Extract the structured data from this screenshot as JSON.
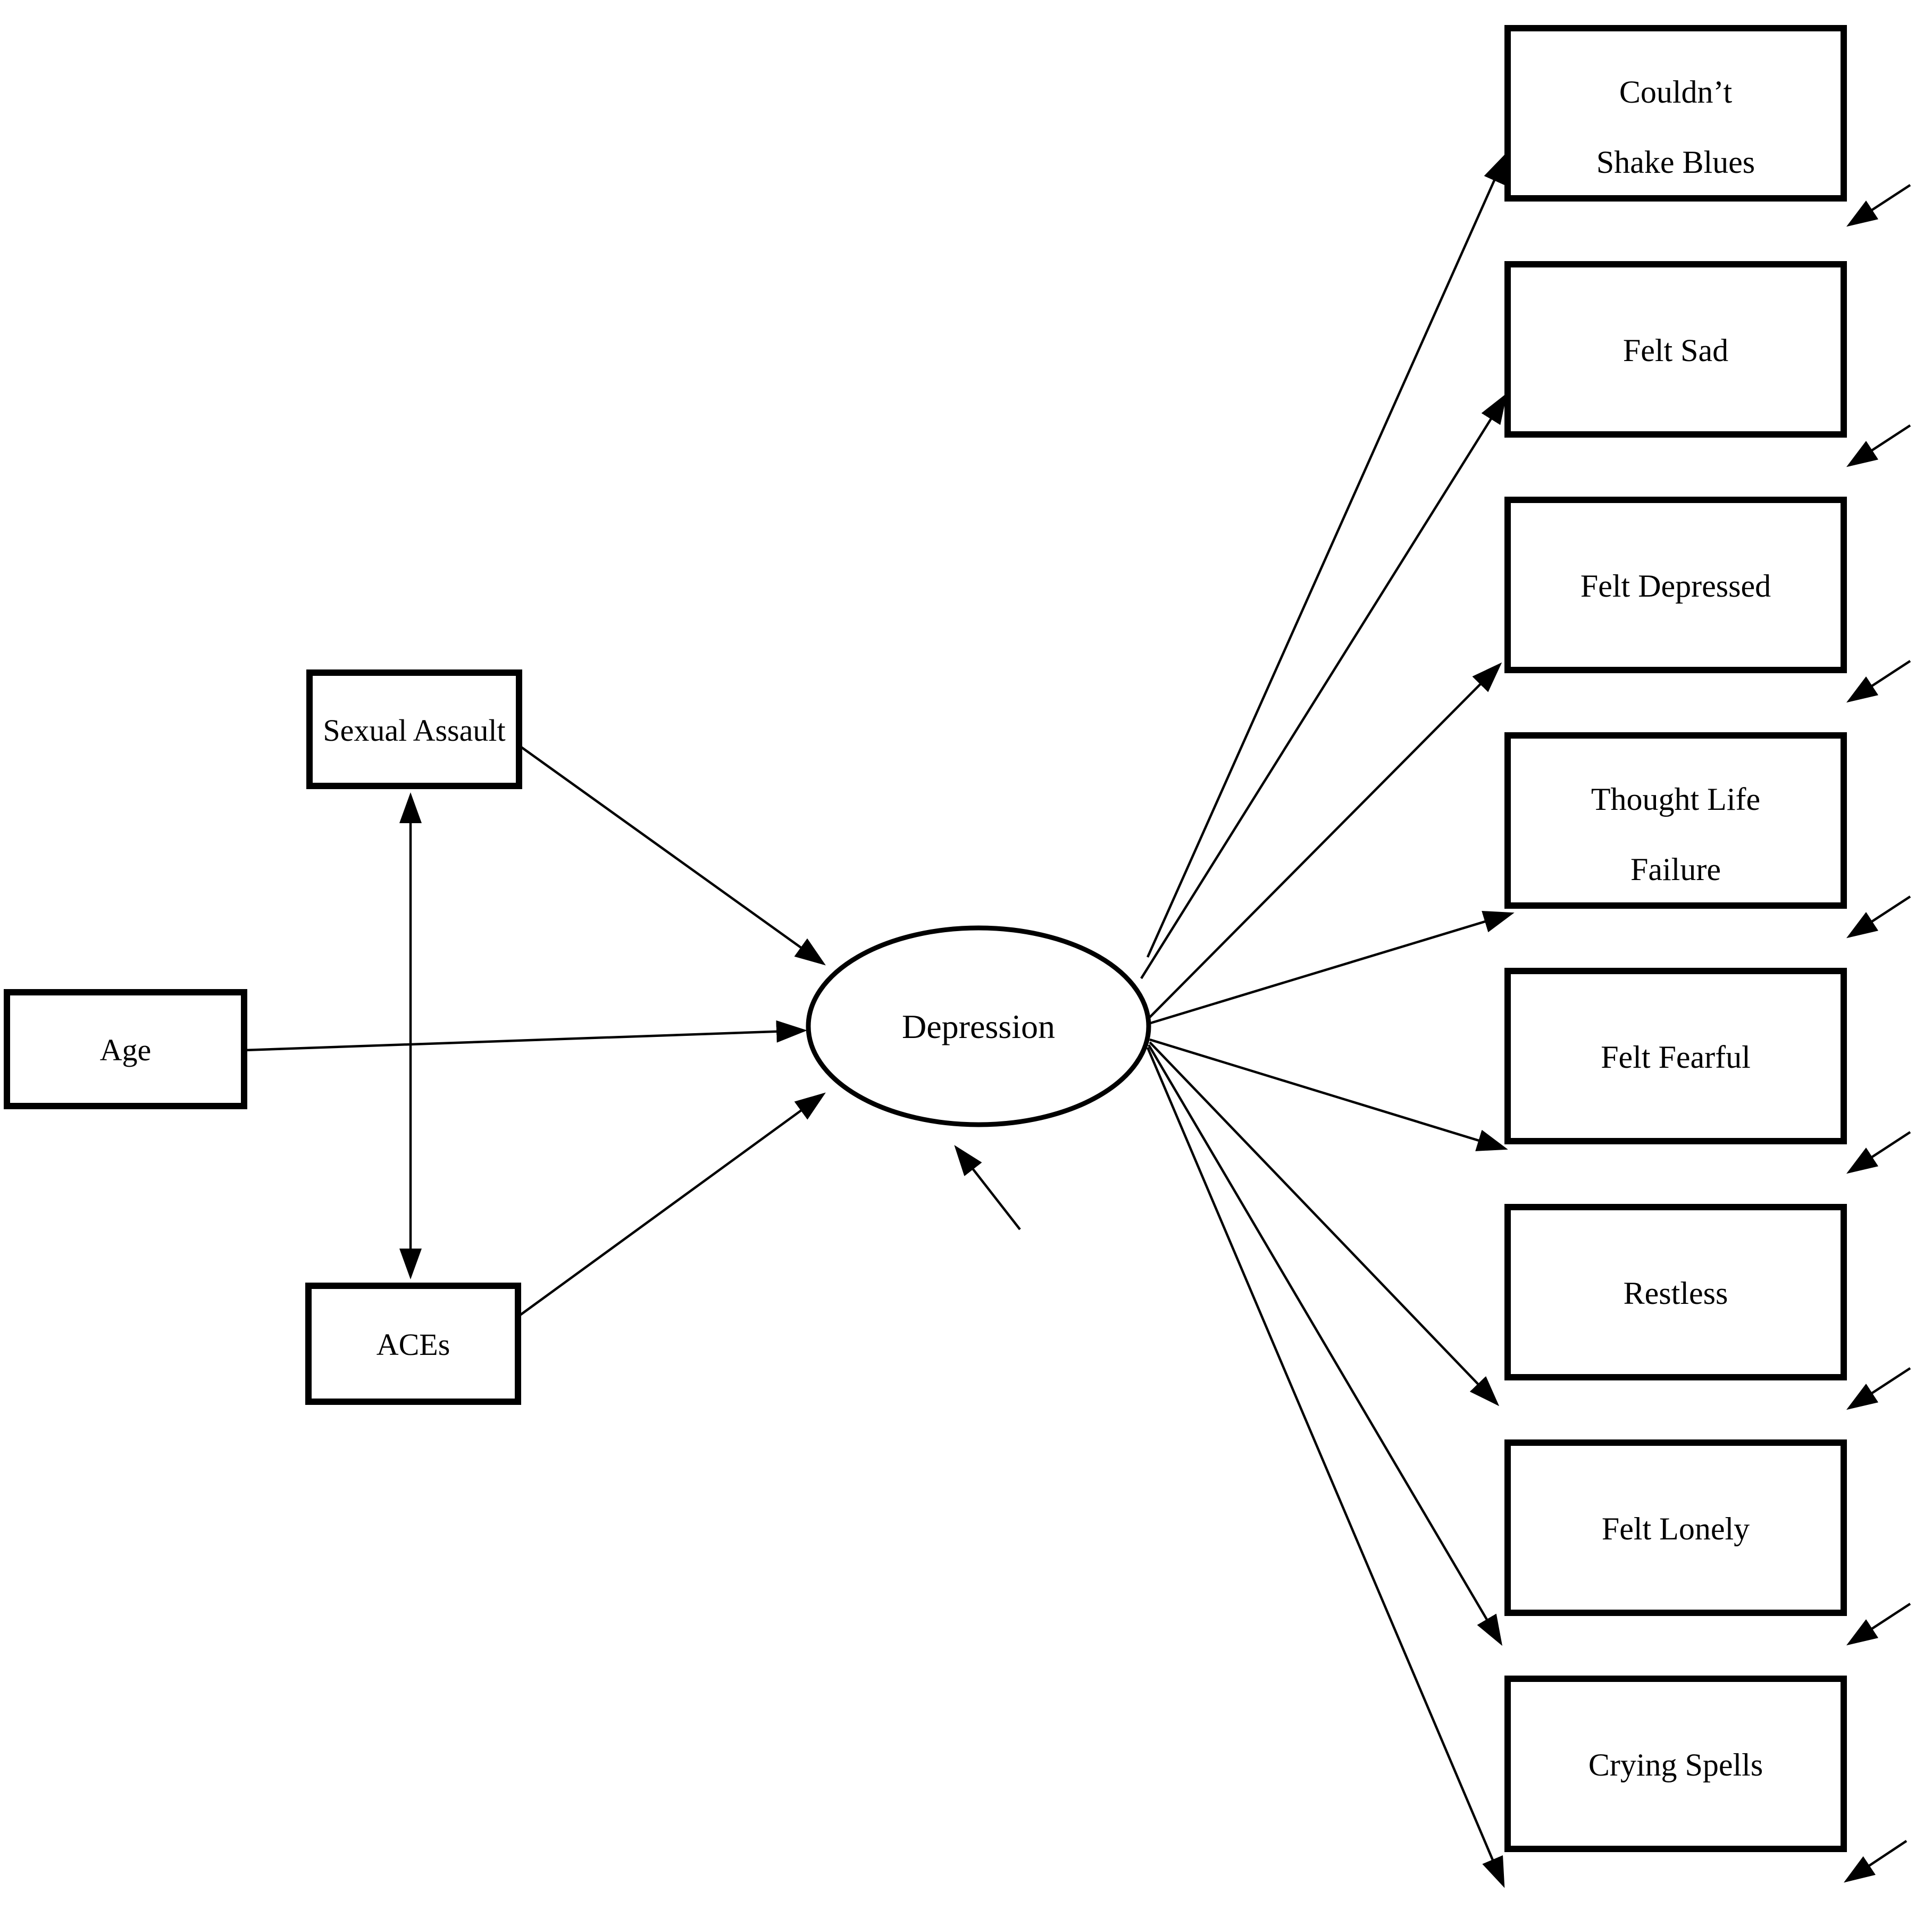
{
  "figure": {
    "background_color": "#ffffff",
    "stroke_color": "#000000",
    "latent": {
      "label": "Depression"
    },
    "predictors": [
      {
        "label": "Sexual Assault"
      },
      {
        "label": "Age"
      },
      {
        "label": "ACEs"
      }
    ],
    "indicators": [
      {
        "lines": [
          "Couldn’t",
          "Shake Blues"
        ]
      },
      {
        "lines": [
          "Felt Sad"
        ]
      },
      {
        "lines": [
          "Felt Depressed"
        ]
      },
      {
        "lines": [
          "Thought Life",
          "Failure"
        ]
      },
      {
        "lines": [
          "Felt Fearful"
        ]
      },
      {
        "lines": [
          "Restless"
        ]
      },
      {
        "lines": [
          "Felt Lonely"
        ]
      },
      {
        "lines": [
          "Crying Spells"
        ]
      }
    ],
    "arrow_glyphs": {
      "directed": "solid-triangle-arrowhead",
      "covariance": "double-headed-vertical-arrow",
      "residual": "short-diagonal-arrow-lower-right"
    }
  }
}
